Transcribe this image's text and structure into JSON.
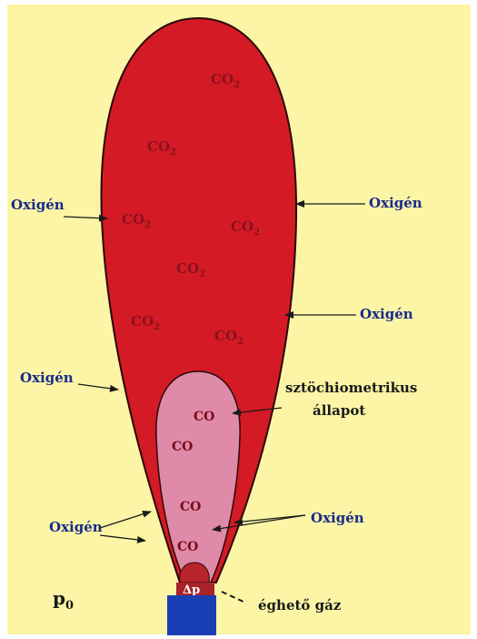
{
  "labels": {
    "oxygen": "Oxigén",
    "co2_main": "CO",
    "co2_sub": "2",
    "co": "CO",
    "stoich_line1": "sztöchiometrikus",
    "stoich_line2": "állapot",
    "gas": "éghető gáz",
    "p0_main": "p",
    "p0_sub": "0",
    "delta_p": "Δp"
  },
  "colors": {
    "background": "#fbf5a5",
    "outer_flame": "#d41a24",
    "inner_flame": "#e08aaa",
    "nozzle": "#1a3fb5",
    "gas_core": "#b8242c",
    "oxygen_text": "#1a2a8c",
    "co2_text": "#8a1020"
  }
}
